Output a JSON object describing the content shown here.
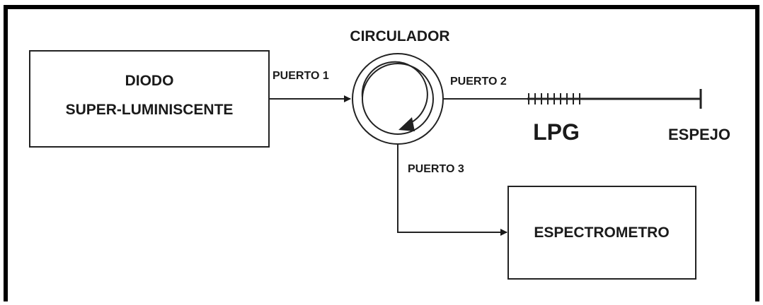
{
  "diagram": {
    "source_box": {
      "line1": "DIODO",
      "line2": "SUPER-LUMINISCENTE"
    },
    "circulator": {
      "label": "CIRCULADOR"
    },
    "ports": {
      "port1": "PUERTO 1",
      "port2": "PUERTO 2",
      "port3": "PUERTO 3"
    },
    "grating_label": "LPG",
    "mirror_label": "ESPEJO",
    "detector_box": {
      "label": "ESPECTROMETRO"
    }
  },
  "colors": {
    "line": "#1a1a1a",
    "background": "#ffffff"
  }
}
